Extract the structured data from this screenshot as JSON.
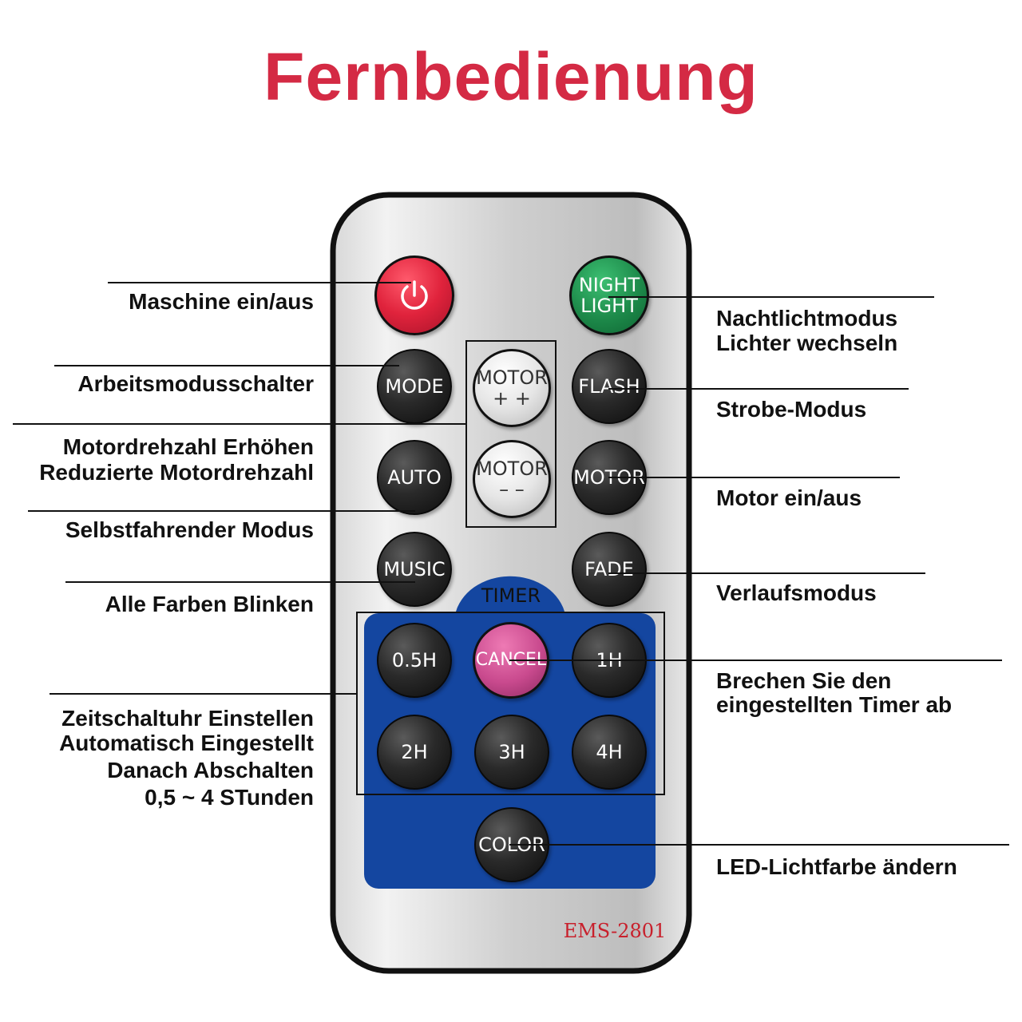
{
  "title": "Fernbedienung",
  "model": "EMS-2801",
  "timer_tab": "TIMER",
  "buttons": {
    "motor_up": {
      "line1": "MOTOR",
      "line2": "+ +"
    },
    "motor_down": {
      "line1": "MOTOR",
      "line2": "– –"
    },
    "night_light": {
      "line1": "NIGHT",
      "line2": "LIGHT"
    },
    "mode": "MODE",
    "flash": "FLASH",
    "auto": "AUTO",
    "motor": "MOTOR",
    "music": "MUSIC",
    "fade": "FADE",
    "h05": "0.5H",
    "cancel": "CANCEL",
    "h1": "1H",
    "h2": "2H",
    "h3": "3H",
    "h4": "4H",
    "color": "COLOR"
  },
  "labels_left": {
    "power": "Maschine ein/aus",
    "mode": "Arbeitsmodusschalter",
    "motor_speed_1": "Motordrehzahl Erhöhen",
    "motor_speed_2": "Reduzierte Motordrehzahl",
    "auto": "Selbstfahrender Modus",
    "music": "Alle Farben Blinken",
    "timer_1": "Zeitschaltuhr Einstellen",
    "timer_2": "Automatisch Eingestellt",
    "timer_3": "Danach Abschalten",
    "timer_4": "0,5 ~ 4 STunden"
  },
  "labels_right": {
    "night_1": "Nachtlichtmodus",
    "night_2": "Lichter wechseln",
    "flash": "Strobe-Modus",
    "motor": "Motor ein/aus",
    "fade": "Verlaufsmodus",
    "cancel_1": "Brechen Sie den",
    "cancel_2": "eingestellten Timer ab",
    "color": "LED-Lichtfarbe ändern"
  },
  "colors": {
    "title": "#d42a44",
    "power_button": "#e0233c",
    "night_button": "#1d8a4a",
    "cancel_button": "#c94a8e",
    "timer_panel": "#1446a0",
    "model_text": "#c8202c"
  }
}
